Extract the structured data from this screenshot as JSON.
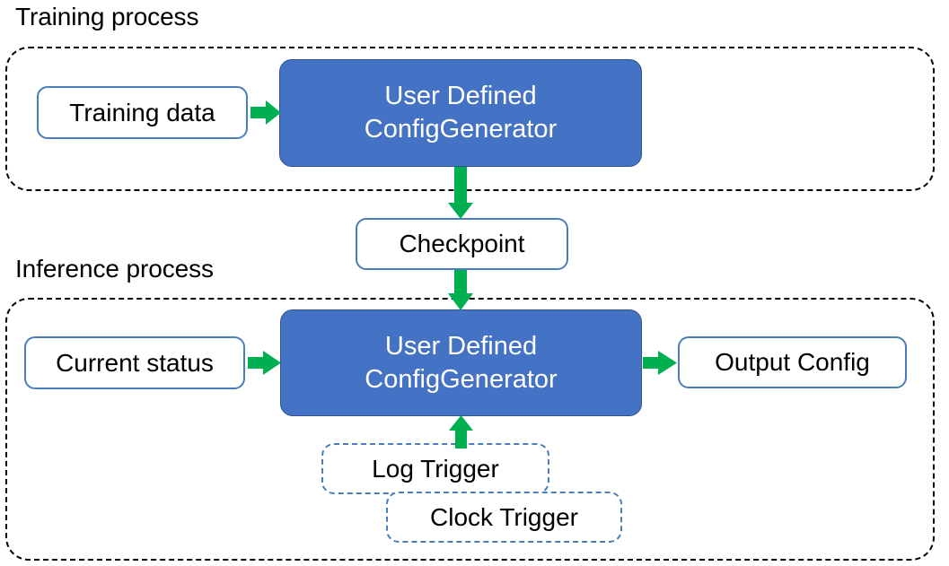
{
  "diagram": {
    "title": "Training process / Inference process pipeline",
    "colors": {
      "node_fill_blue": "#4472C4",
      "node_border_blue": "#2F528F",
      "outline_blue": "#4A7EBB",
      "arrow_green": "#00B050",
      "container_dash": "#000000",
      "text_dark": "#000000",
      "text_light": "#FFFFFF",
      "background": "#FFFFFF"
    },
    "sections": [
      {
        "id": "training",
        "caption": "Training process"
      },
      {
        "id": "inference",
        "caption": "Inference process"
      }
    ],
    "nodes": {
      "training_data": {
        "label": "Training data",
        "style": "outlined"
      },
      "train_generator": {
        "line1": "User Defined",
        "line2": "ConfigGenerator",
        "style": "filled-blue"
      },
      "checkpoint": {
        "label": "Checkpoint",
        "style": "outlined"
      },
      "current_status": {
        "label": "Current status",
        "style": "outlined"
      },
      "infer_generator": {
        "line1": "User Defined",
        "line2": "ConfigGenerator",
        "style": "filled-blue"
      },
      "output_config": {
        "label": "Output Config",
        "style": "outlined"
      },
      "log_trigger": {
        "label": "Log Trigger",
        "style": "dashed-blue"
      },
      "clock_trigger": {
        "label": "Clock Trigger",
        "style": "dashed-blue"
      }
    },
    "edges": [
      {
        "id": "edge-training-data-to-train-generator",
        "from": "training_data",
        "to": "train_generator",
        "direction": "right"
      },
      {
        "id": "edge-train-generator-to-checkpoint",
        "from": "train_generator",
        "to": "checkpoint",
        "direction": "down"
      },
      {
        "id": "edge-checkpoint-to-infer-generator",
        "from": "checkpoint",
        "to": "infer_generator",
        "direction": "down"
      },
      {
        "id": "edge-current-status-to-infer-generator",
        "from": "current_status",
        "to": "infer_generator",
        "direction": "right"
      },
      {
        "id": "edge-infer-generator-to-output-config",
        "from": "infer_generator",
        "to": "output_config",
        "direction": "right"
      },
      {
        "id": "edge-log-trigger-to-infer-generator",
        "from": "log_trigger",
        "to": "infer_generator",
        "direction": "up"
      }
    ]
  }
}
